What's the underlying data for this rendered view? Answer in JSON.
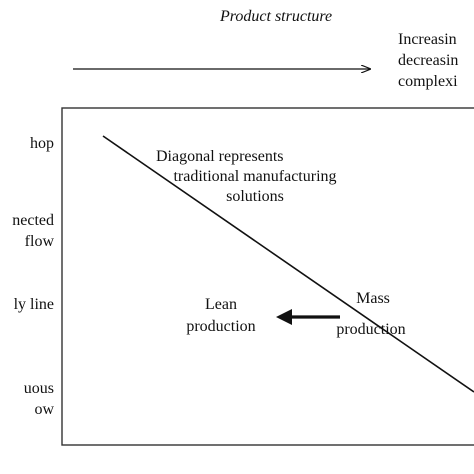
{
  "title": "Product structure",
  "top_right": [
    "Increasin",
    "decreasin",
    "complexi"
  ],
  "left_labels": [
    {
      "lines": [
        ""
      ]
    },
    {
      "lines": [
        "hop"
      ]
    },
    {
      "lines": [
        "nected",
        "flow"
      ]
    },
    {
      "lines": [
        "ly line"
      ]
    },
    {
      "lines": [
        "uous",
        "ow"
      ]
    }
  ],
  "diagonal_label": [
    "Diagonal represents",
    "traditional manufacturing",
    "solutions"
  ],
  "lean_label": [
    "Lean",
    "production"
  ],
  "mass_label": [
    "Mass",
    "production"
  ],
  "colors": {
    "ink": "#111111",
    "frame": "#333333",
    "background": "#ffffff"
  }
}
